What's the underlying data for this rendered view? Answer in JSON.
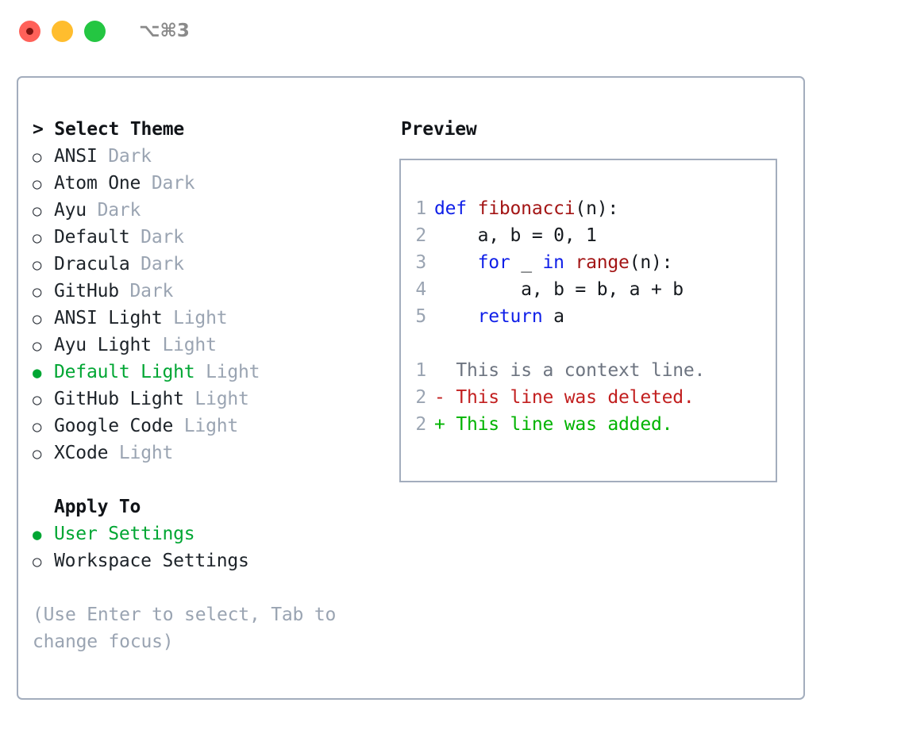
{
  "titlebar": {
    "buttons": [
      {
        "name": "close",
        "color": "#ff6159"
      },
      {
        "name": "minimize",
        "color": "#ffbd2e"
      },
      {
        "name": "zoom",
        "color": "#24c642"
      }
    ],
    "shortcut": "⌥⌘3"
  },
  "theme_picker": {
    "header": "> Select Theme",
    "items": [
      {
        "marker": "○",
        "label": "ANSI",
        "meta": "Dark",
        "selected": false
      },
      {
        "marker": "○",
        "label": "Atom One",
        "meta": "Dark",
        "selected": false
      },
      {
        "marker": "○",
        "label": "Ayu",
        "meta": "Dark",
        "selected": false
      },
      {
        "marker": "○",
        "label": "Default",
        "meta": "Dark",
        "selected": false
      },
      {
        "marker": "○",
        "label": "Dracula",
        "meta": "Dark",
        "selected": false
      },
      {
        "marker": "○",
        "label": "GitHub",
        "meta": "Dark",
        "selected": false
      },
      {
        "marker": "○",
        "label": "ANSI Light",
        "meta": "Light",
        "selected": false
      },
      {
        "marker": "○",
        "label": "Ayu Light",
        "meta": "Light",
        "selected": false
      },
      {
        "marker": "●",
        "label": "Default Light",
        "meta": "Light",
        "selected": true
      },
      {
        "marker": "○",
        "label": "GitHub Light",
        "meta": "Light",
        "selected": false
      },
      {
        "marker": "○",
        "label": "Google Code",
        "meta": "Light",
        "selected": false
      },
      {
        "marker": "○",
        "label": "XCode",
        "meta": "Light",
        "selected": false
      }
    ]
  },
  "apply_to": {
    "header": "Apply To",
    "items": [
      {
        "marker": "●",
        "label": "User Settings",
        "selected": true
      },
      {
        "marker": "○",
        "label": "Workspace Settings",
        "selected": false
      }
    ]
  },
  "hint": "(Use Enter to select, Tab to change focus)",
  "preview": {
    "title": "Preview",
    "code_lines": [
      {
        "no": "1",
        "tokens": [
          {
            "t": "def ",
            "c": "kw"
          },
          {
            "t": "fibonacci",
            "c": "fn"
          },
          {
            "t": "(n):",
            "c": "pl"
          }
        ]
      },
      {
        "no": "2",
        "tokens": [
          {
            "t": "    a, b = 0, 1",
            "c": "pl"
          }
        ]
      },
      {
        "no": "3",
        "tokens": [
          {
            "t": "    ",
            "c": "pl"
          },
          {
            "t": "for",
            "c": "kw"
          },
          {
            "t": " _ ",
            "c": "pl"
          },
          {
            "t": "in ",
            "c": "kw"
          },
          {
            "t": "range",
            "c": "fn"
          },
          {
            "t": "(n):",
            "c": "pl"
          }
        ]
      },
      {
        "no": "4",
        "tokens": [
          {
            "t": "        a, b = b, a + b",
            "c": "pl"
          }
        ]
      },
      {
        "no": "5",
        "tokens": [
          {
            "t": "    ",
            "c": "pl"
          },
          {
            "t": "return",
            "c": "kw"
          },
          {
            "t": " a",
            "c": "pl"
          }
        ]
      }
    ],
    "diff_lines": [
      {
        "no": "1",
        "sign": " ",
        "text": "This is a context line.",
        "kind": "ctx"
      },
      {
        "no": "2",
        "sign": "-",
        "text": "This line was deleted.",
        "kind": "del"
      },
      {
        "no": "2",
        "sign": "+",
        "text": "This line was added.",
        "kind": "add"
      }
    ]
  },
  "colors": {
    "accent_green": "#00a633",
    "muted": "#9aa4b2",
    "border": "#a3adbd",
    "keyword": "#0f1fe8",
    "function": "#a31515",
    "diff_delete": "#c21f1f",
    "diff_add": "#00b300"
  }
}
